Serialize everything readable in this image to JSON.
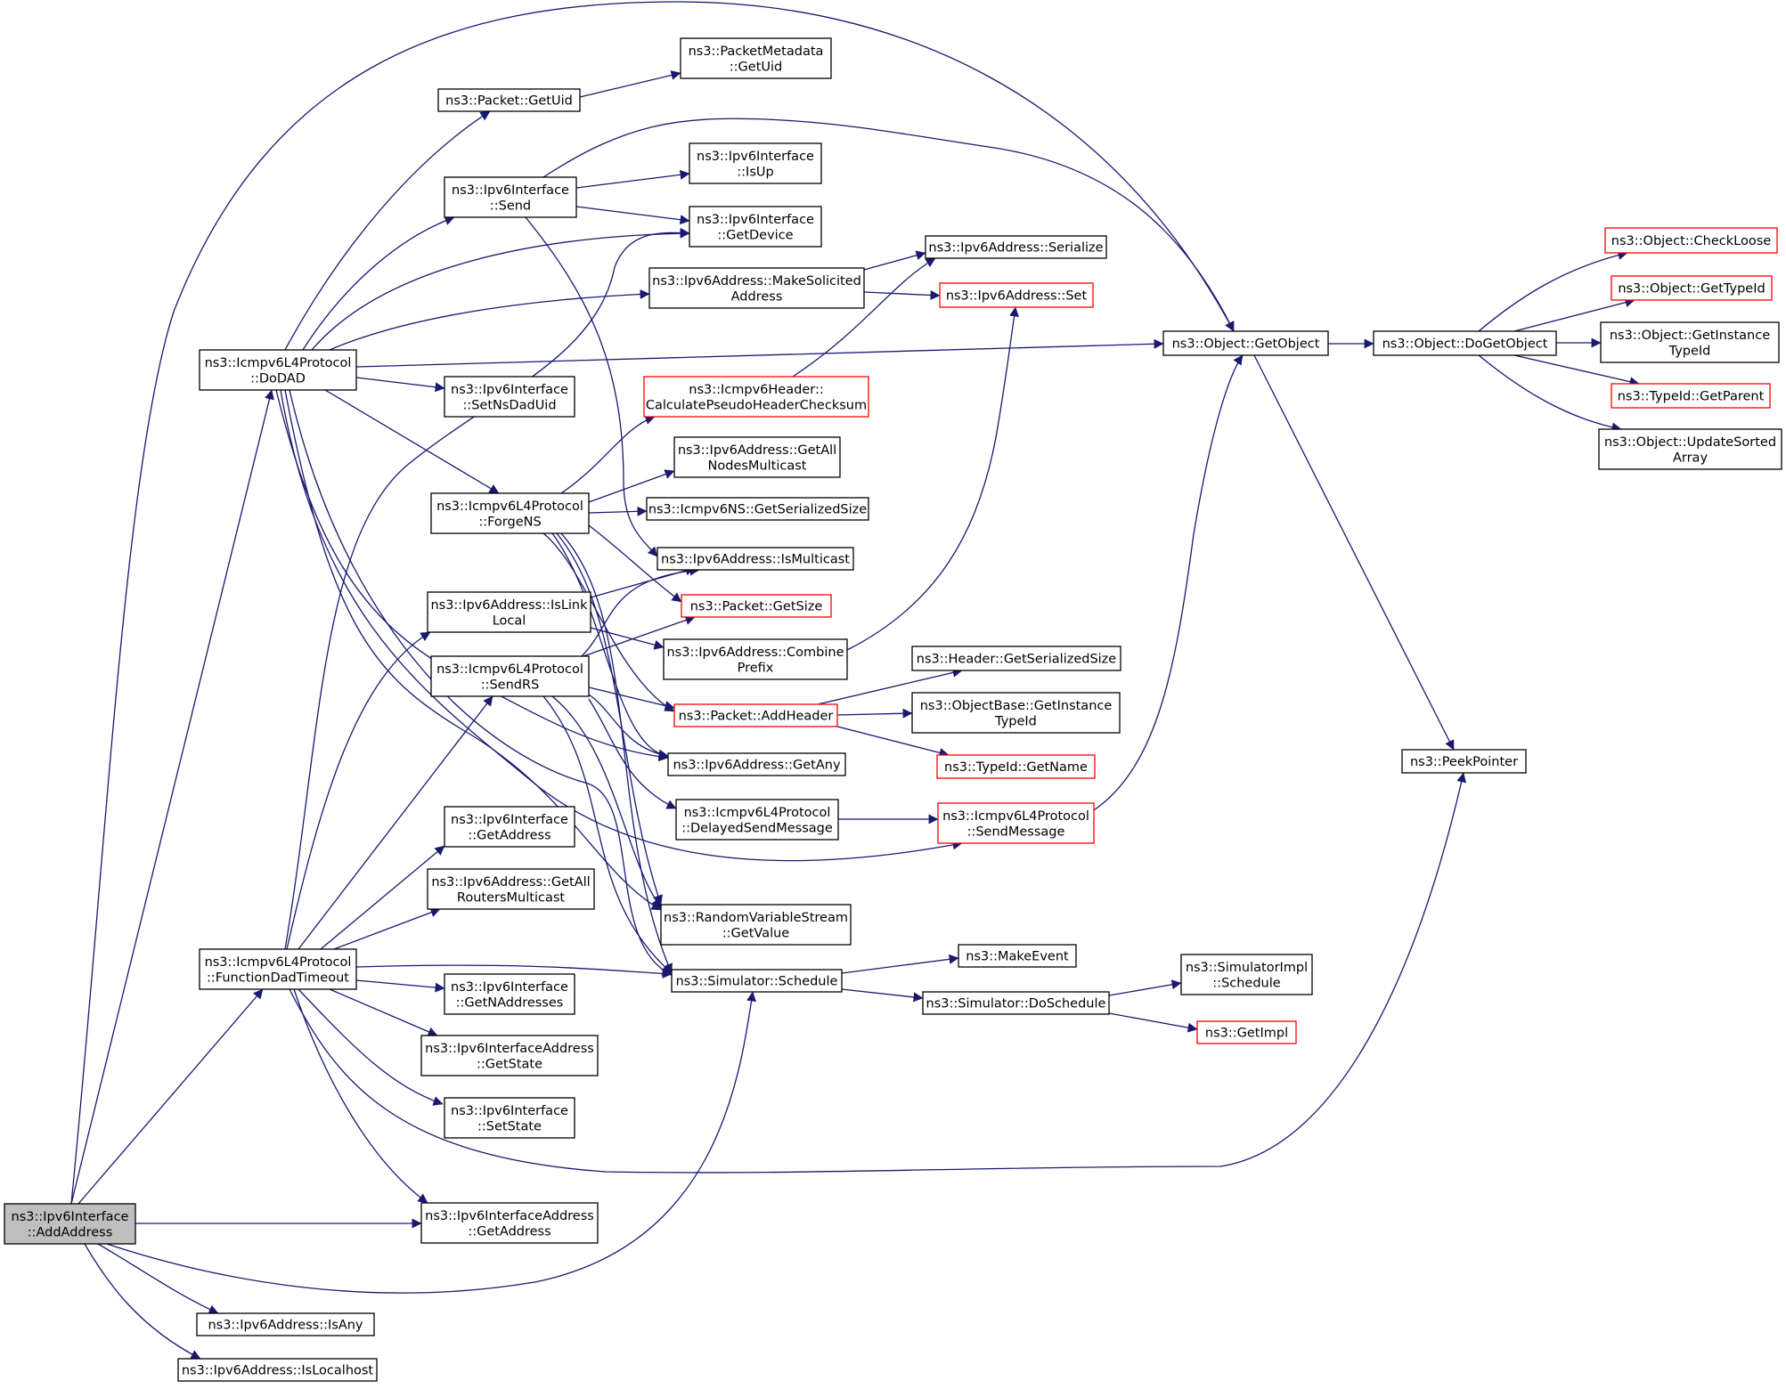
{
  "colors": {
    "edge": "#191970",
    "node_border": "#000000",
    "node_border_truncated": "#ff0000",
    "node_fill": "#ffffff",
    "root_fill": "#bfbfbf"
  },
  "nodes": [
    {
      "id": "n1",
      "lines": [
        "ns3::Ipv6Interface",
        "::AddAddress"
      ],
      "style": "root"
    },
    {
      "id": "n2",
      "lines": [
        "ns3::Icmpv6L4Protocol",
        "::DoDAD"
      ],
      "style": "normal"
    },
    {
      "id": "n3",
      "lines": [
        "ns3::Icmpv6L4Protocol",
        "::FunctionDadTimeout"
      ],
      "style": "normal"
    },
    {
      "id": "n4",
      "lines": [
        "ns3::Ipv6InterfaceAddress",
        "::GetAddress"
      ],
      "style": "normal"
    },
    {
      "id": "n5",
      "lines": [
        "ns3::Ipv6Address::IsAny"
      ],
      "style": "normal"
    },
    {
      "id": "n6",
      "lines": [
        "ns3::Ipv6Address::IsLocalhost"
      ],
      "style": "normal"
    },
    {
      "id": "n7",
      "lines": [
        "ns3::Object::GetObject"
      ],
      "style": "normal"
    },
    {
      "id": "n8",
      "lines": [
        "ns3::Simulator::Schedule"
      ],
      "style": "normal"
    },
    {
      "id": "n9",
      "lines": [
        "ns3::Packet::GetUid"
      ],
      "style": "normal"
    },
    {
      "id": "n10",
      "lines": [
        "ns3::PacketMetadata",
        "::GetUid"
      ],
      "style": "normal"
    },
    {
      "id": "n11",
      "lines": [
        "ns3::Ipv6Interface",
        "::Send"
      ],
      "style": "normal"
    },
    {
      "id": "n12",
      "lines": [
        "ns3::Ipv6Interface",
        "::IsUp"
      ],
      "style": "normal"
    },
    {
      "id": "n13",
      "lines": [
        "ns3::Ipv6Interface",
        "::GetDevice"
      ],
      "style": "normal"
    },
    {
      "id": "n14",
      "lines": [
        "ns3::Ipv6Address::MakeSolicited",
        "Address"
      ],
      "style": "normal"
    },
    {
      "id": "n15",
      "lines": [
        "ns3::Ipv6Address::Serialize"
      ],
      "style": "normal"
    },
    {
      "id": "n16",
      "lines": [
        "ns3::Ipv6Address::Set"
      ],
      "style": "truncated"
    },
    {
      "id": "n17",
      "lines": [
        "ns3::Ipv6Interface",
        "::SetNsDadUid"
      ],
      "style": "normal"
    },
    {
      "id": "n18",
      "lines": [
        "ns3::Icmpv6Header::",
        "CalculatePseudoHeaderChecksum"
      ],
      "style": "truncated"
    },
    {
      "id": "n19",
      "lines": [
        "ns3::Ipv6Address::GetAll",
        "NodesMulticast"
      ],
      "style": "normal"
    },
    {
      "id": "n20",
      "lines": [
        "ns3::Icmpv6L4Protocol",
        "::ForgeNS"
      ],
      "style": "normal"
    },
    {
      "id": "n21",
      "lines": [
        "ns3::Icmpv6NS::GetSerializedSize"
      ],
      "style": "normal"
    },
    {
      "id": "n22",
      "lines": [
        "ns3::Ipv6Address::IsMulticast"
      ],
      "style": "normal"
    },
    {
      "id": "n23",
      "lines": [
        "ns3::Packet::GetSize"
      ],
      "style": "truncated"
    },
    {
      "id": "n24",
      "lines": [
        "ns3::Ipv6Address::IsLink",
        "Local"
      ],
      "style": "normal"
    },
    {
      "id": "n25",
      "lines": [
        "ns3::Ipv6Address::Combine",
        "Prefix"
      ],
      "style": "normal"
    },
    {
      "id": "n26",
      "lines": [
        "ns3::Icmpv6L4Protocol",
        "::SendRS"
      ],
      "style": "normal"
    },
    {
      "id": "n27",
      "lines": [
        "ns3::Packet::AddHeader"
      ],
      "style": "truncated"
    },
    {
      "id": "n28",
      "lines": [
        "ns3::Header::GetSerializedSize"
      ],
      "style": "normal"
    },
    {
      "id": "n29",
      "lines": [
        "ns3::ObjectBase::GetInstance",
        "TypeId"
      ],
      "style": "normal"
    },
    {
      "id": "n30",
      "lines": [
        "ns3::TypeId::GetName"
      ],
      "style": "truncated"
    },
    {
      "id": "n31",
      "lines": [
        "ns3::Ipv6Address::GetAny"
      ],
      "style": "normal"
    },
    {
      "id": "n32",
      "lines": [
        "ns3::Icmpv6L4Protocol",
        "::DelayedSendMessage"
      ],
      "style": "normal"
    },
    {
      "id": "n33",
      "lines": [
        "ns3::Icmpv6L4Protocol",
        "::SendMessage"
      ],
      "style": "truncated"
    },
    {
      "id": "n34",
      "lines": [
        "ns3::Ipv6Interface",
        "::GetAddress"
      ],
      "style": "normal"
    },
    {
      "id": "n35",
      "lines": [
        "ns3::Ipv6Address::GetAll",
        "RoutersMulticast"
      ],
      "style": "normal"
    },
    {
      "id": "n36",
      "lines": [
        "ns3::RandomVariableStream",
        "::GetValue"
      ],
      "style": "normal"
    },
    {
      "id": "n37",
      "lines": [
        "ns3::Ipv6Interface",
        "::GetNAddresses"
      ],
      "style": "normal"
    },
    {
      "id": "n38",
      "lines": [
        "ns3::Ipv6InterfaceAddress",
        "::GetState"
      ],
      "style": "normal"
    },
    {
      "id": "n39",
      "lines": [
        "ns3::Ipv6Interface",
        "::SetState"
      ],
      "style": "normal"
    },
    {
      "id": "n40",
      "lines": [
        "ns3::MakeEvent"
      ],
      "style": "normal"
    },
    {
      "id": "n41",
      "lines": [
        "ns3::Simulator::DoSchedule"
      ],
      "style": "normal"
    },
    {
      "id": "n42",
      "lines": [
        "ns3::SimulatorImpl",
        "::Schedule"
      ],
      "style": "normal"
    },
    {
      "id": "n43",
      "lines": [
        "ns3::GetImpl"
      ],
      "style": "truncated"
    },
    {
      "id": "n44",
      "lines": [
        "ns3::Object::DoGetObject"
      ],
      "style": "normal"
    },
    {
      "id": "n45",
      "lines": [
        "ns3::Object::CheckLoose"
      ],
      "style": "truncated"
    },
    {
      "id": "n46",
      "lines": [
        "ns3::Object::GetTypeId"
      ],
      "style": "truncated"
    },
    {
      "id": "n47",
      "lines": [
        "ns3::Object::GetInstance",
        "TypeId"
      ],
      "style": "normal"
    },
    {
      "id": "n48",
      "lines": [
        "ns3::TypeId::GetParent"
      ],
      "style": "truncated"
    },
    {
      "id": "n49",
      "lines": [
        "ns3::Object::UpdateSorted",
        "Array"
      ],
      "style": "normal"
    },
    {
      "id": "n50",
      "lines": [
        "ns3::PeekPointer"
      ],
      "style": "normal"
    }
  ],
  "edges": [
    [
      "n1",
      "n7"
    ],
    [
      "n1",
      "n2"
    ],
    [
      "n1",
      "n3"
    ],
    [
      "n1",
      "n4"
    ],
    [
      "n1",
      "n5"
    ],
    [
      "n1",
      "n6"
    ],
    [
      "n1",
      "n8"
    ],
    [
      "n2",
      "n9"
    ],
    [
      "n2",
      "n11"
    ],
    [
      "n2",
      "n13"
    ],
    [
      "n2",
      "n14"
    ],
    [
      "n2",
      "n7"
    ],
    [
      "n2",
      "n17"
    ],
    [
      "n2",
      "n20"
    ],
    [
      "n2",
      "n31"
    ],
    [
      "n2",
      "n33"
    ],
    [
      "n2",
      "n36"
    ],
    [
      "n2",
      "n8"
    ],
    [
      "n9",
      "n10"
    ],
    [
      "n11",
      "n12"
    ],
    [
      "n11",
      "n13"
    ],
    [
      "n11",
      "n7"
    ],
    [
      "n11",
      "n22"
    ],
    [
      "n14",
      "n15"
    ],
    [
      "n14",
      "n16"
    ],
    [
      "n18",
      "n15"
    ],
    [
      "n20",
      "n18"
    ],
    [
      "n20",
      "n19"
    ],
    [
      "n20",
      "n21"
    ],
    [
      "n20",
      "n23"
    ],
    [
      "n20",
      "n27"
    ],
    [
      "n20",
      "n31"
    ],
    [
      "n20",
      "n36"
    ],
    [
      "n20",
      "n8"
    ],
    [
      "n24",
      "n22"
    ],
    [
      "n24",
      "n25"
    ],
    [
      "n25",
      "n16"
    ],
    [
      "n26",
      "n22"
    ],
    [
      "n26",
      "n23"
    ],
    [
      "n26",
      "n27"
    ],
    [
      "n26",
      "n31"
    ],
    [
      "n26",
      "n32"
    ],
    [
      "n26",
      "n36"
    ],
    [
      "n26",
      "n8"
    ],
    [
      "n27",
      "n28"
    ],
    [
      "n27",
      "n29"
    ],
    [
      "n27",
      "n30"
    ],
    [
      "n32",
      "n33"
    ],
    [
      "n33",
      "n7"
    ],
    [
      "n3",
      "n13"
    ],
    [
      "n3",
      "n24"
    ],
    [
      "n3",
      "n26"
    ],
    [
      "n3",
      "n34"
    ],
    [
      "n3",
      "n35"
    ],
    [
      "n3",
      "n8"
    ],
    [
      "n3",
      "n37"
    ],
    [
      "n3",
      "n38"
    ],
    [
      "n3",
      "n39"
    ],
    [
      "n3",
      "n4"
    ],
    [
      "n3",
      "n50"
    ],
    [
      "n8",
      "n40"
    ],
    [
      "n8",
      "n41"
    ],
    [
      "n41",
      "n42"
    ],
    [
      "n41",
      "n43"
    ],
    [
      "n7",
      "n44"
    ],
    [
      "n7",
      "n50"
    ],
    [
      "n44",
      "n45"
    ],
    [
      "n44",
      "n46"
    ],
    [
      "n44",
      "n47"
    ],
    [
      "n44",
      "n48"
    ],
    [
      "n44",
      "n49"
    ]
  ]
}
